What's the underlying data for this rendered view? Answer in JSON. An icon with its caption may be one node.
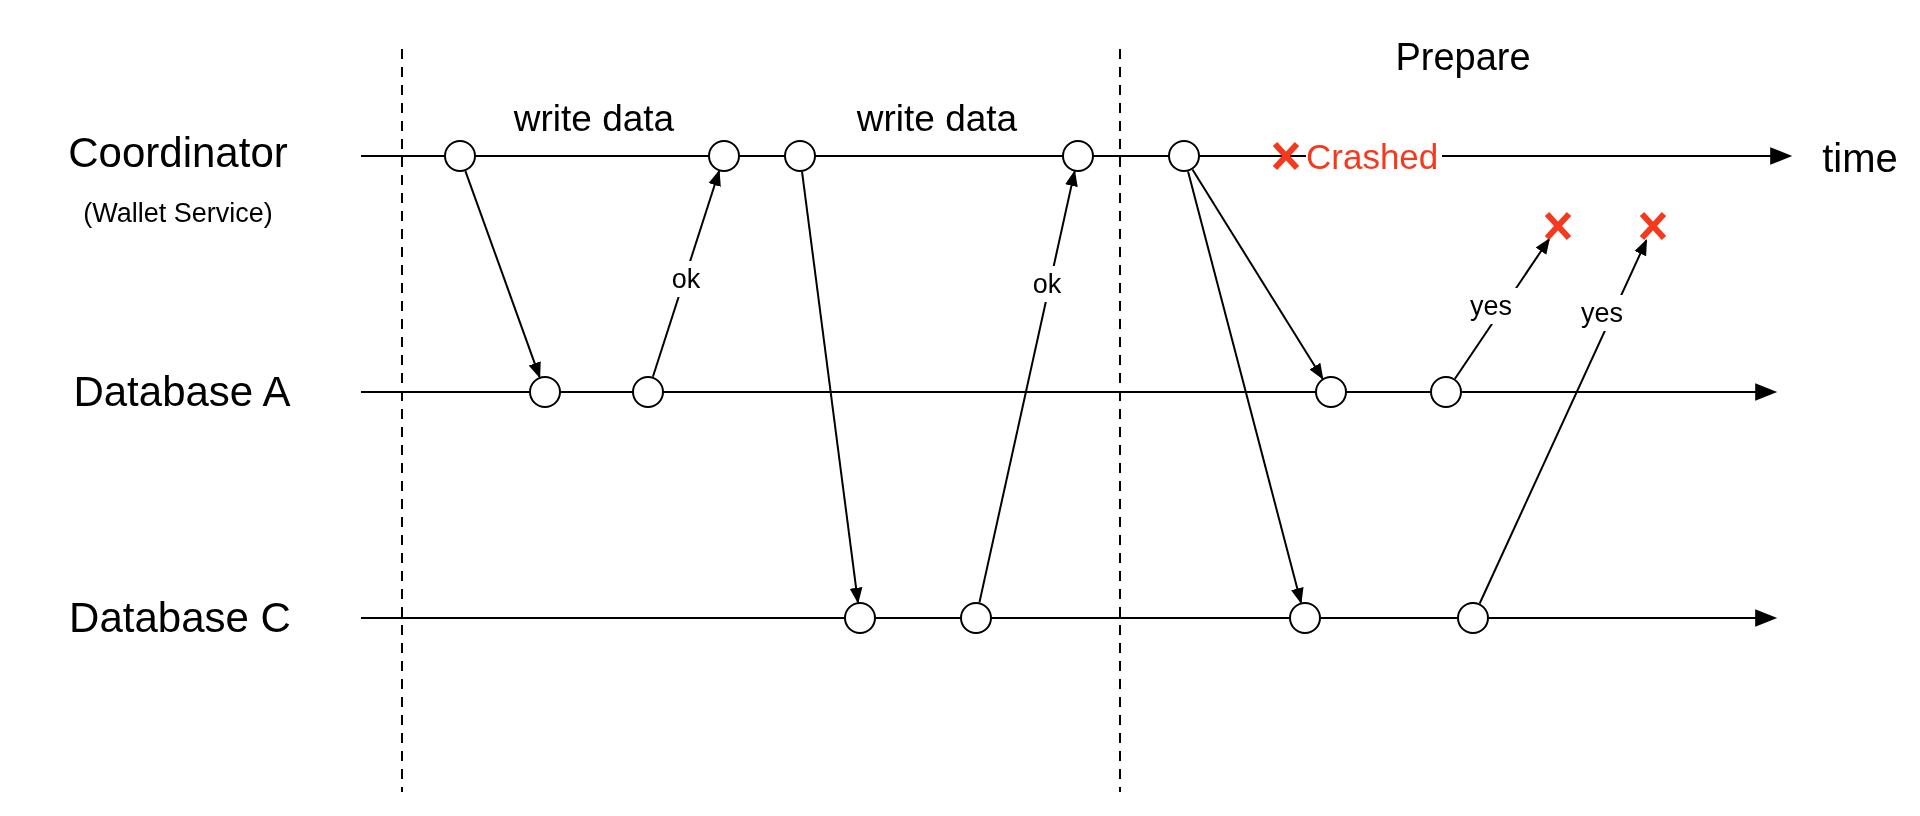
{
  "diagram": {
    "nodes": [
      {
        "text": [],
        "shape": "circle"
      },
      {
        "text": [],
        "shape": "circle"
      },
      {
        "text": [],
        "shape": "circle"
      },
      {
        "text": [],
        "shape": "circle"
      },
      {
        "text": [],
        "shape": "circle"
      },
      {
        "text": [],
        "shape": "cross",
        "beside": [
          "Crashed"
        ]
      },
      {
        "text": [],
        "shape": "cross"
      },
      {
        "text": [],
        "shape": "cross"
      },
      {
        "text": [],
        "shape": "circle"
      },
      {
        "text": [],
        "shape": "circle"
      },
      {
        "text": [],
        "shape": "circle"
      },
      {
        "text": [],
        "shape": "circle"
      },
      {
        "text": [],
        "shape": "circle"
      },
      {
        "text": [],
        "shape": "circle"
      },
      {
        "text": [],
        "shape": "circle"
      },
      {
        "text": [],
        "shape": "circle"
      }
    ],
    "edges": [
      {
        "from": 0,
        "to": 8,
        "arrow": "to"
      },
      {
        "from": 9,
        "to": 1,
        "arrow": "to",
        "label": "ok"
      },
      {
        "from": 2,
        "to": 12,
        "arrow": "to"
      },
      {
        "from": 13,
        "to": 3,
        "arrow": "to",
        "label": "ok"
      },
      {
        "from": 4,
        "to": 10,
        "arrow": "to"
      },
      {
        "from": 4,
        "to": 14,
        "arrow": "to"
      },
      {
        "from": 11,
        "to": 6,
        "arrow": "to",
        "label": "yes"
      },
      {
        "from": 15,
        "to": 7,
        "arrow": "to",
        "label": "yes"
      }
    ],
    "labels": [
      "Prepare",
      "Coordinator",
      "write data",
      "write data",
      "time",
      "(Wallet Service)",
      "Database A",
      "Database C"
    ]
  }
}
